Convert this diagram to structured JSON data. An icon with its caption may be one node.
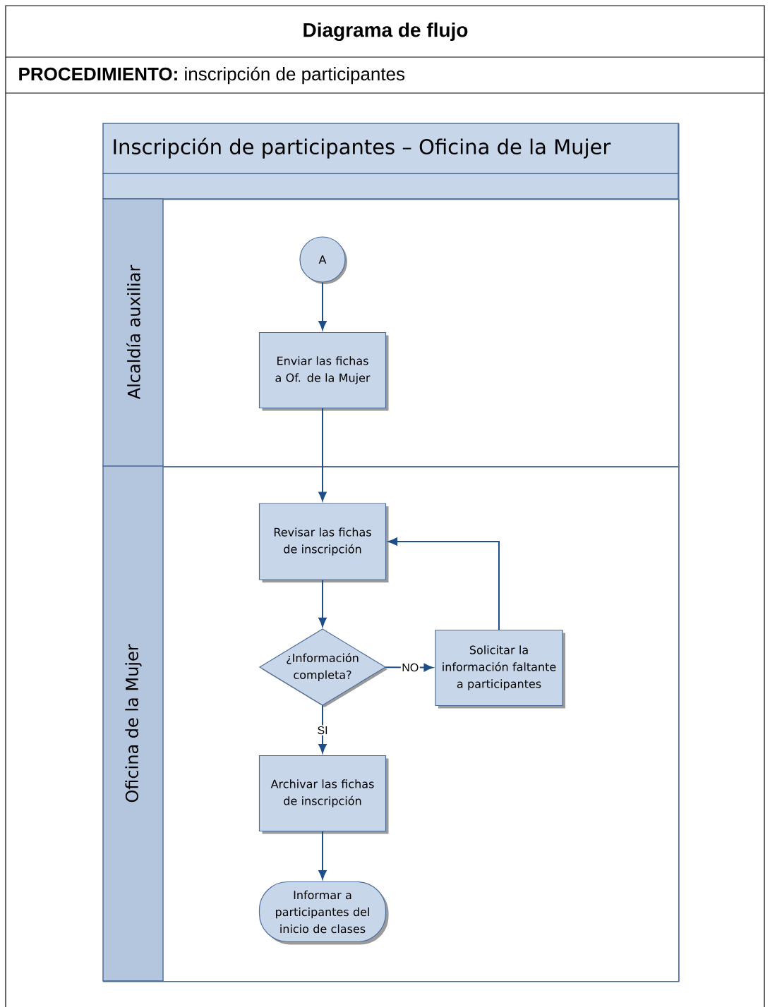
{
  "diagram": {
    "title": "Diagrama de flujo",
    "nodes": [
      {
        "text": [
          "Inscripción de participantes – Oficina de la Mujer"
        ]
      },
      {
        "text": [
          "Alcaldía auxiliar"
        ],
        "in": 0
      },
      {
        "text": [
          "Oficina de la Mujer"
        ],
        "in": 0
      },
      {
        "text": [
          "A"
        ],
        "in": 1
      },
      {
        "text": [
          "Enviar las fichas a Of. de la Mujer"
        ],
        "in": 1
      },
      {
        "text": [
          "Revisar las fichas de inscripción"
        ],
        "in": 2
      },
      {
        "text": [
          "¿Información completa?"
        ],
        "in": 2
      },
      {
        "text": [
          "Solicitar la información faltante a participantes"
        ],
        "in": 2
      },
      {
        "text": [
          "Archivar las fichas de inscripción"
        ],
        "in": 2
      },
      {
        "text": [
          "Informar a participantes del inicio de clases"
        ],
        "in": 2
      }
    ],
    "edges": [
      {
        "from": 3,
        "to": 4,
        "arrow": "to"
      },
      {
        "from": 4,
        "to": 5,
        "arrow": "to"
      },
      {
        "from": 5,
        "to": 6,
        "arrow": "to"
      },
      {
        "from": 6,
        "to": 7,
        "arrow": "to",
        "label": "NO"
      },
      {
        "from": 7,
        "to": 5,
        "arrow": "to"
      },
      {
        "from": 6,
        "to": 8,
        "arrow": "to",
        "label": "SI"
      },
      {
        "from": 8,
        "to": 9,
        "arrow": "to"
      }
    ],
    "labels": [
      "**PROCEDIMIENTO:** inscripción de participantes"
    ]
  }
}
